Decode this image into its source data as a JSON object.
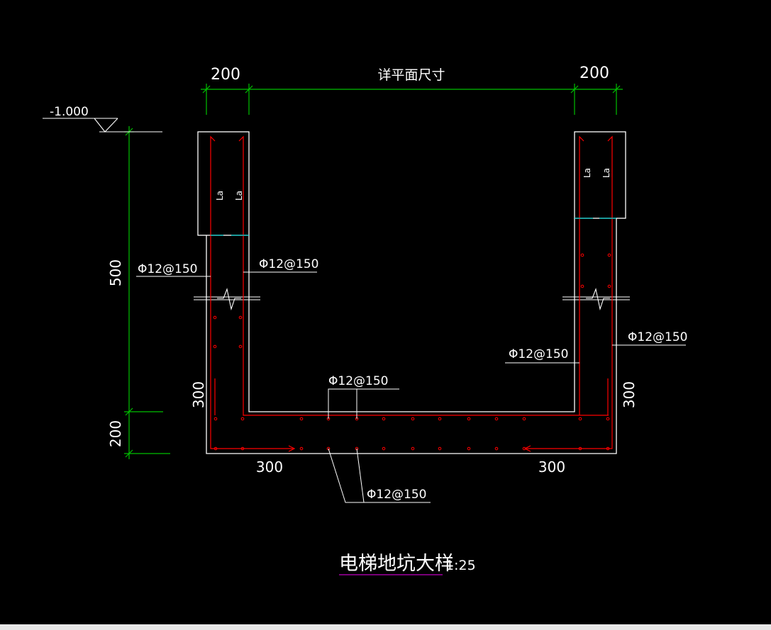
{
  "colors": {
    "background": "#000000",
    "concrete": "#ffffff",
    "rebar": "#ff0000",
    "dimension": "#00c000",
    "break_mark": "#ffffff",
    "anchor_mark": "#00c8c8",
    "title_underline": "#c000c0"
  },
  "dimensions": {
    "top_left": "200",
    "top_middle": "详平面尺寸",
    "top_right": "200",
    "left_upper": "500",
    "left_lower": "200",
    "bottom_left": "300",
    "bottom_right": "300",
    "side_left": "300",
    "side_right": "300"
  },
  "elevation": {
    "label": "-1.000"
  },
  "anchorage": {
    "label": "La"
  },
  "rebar_labels": {
    "left_outer": "Φ12@150",
    "left_inner": "Φ12@150",
    "right_inner": "Φ12@150",
    "right_outer": "Φ12@150",
    "slab_top": "Φ12@150",
    "slab_bottom": "Φ12@150"
  },
  "title": {
    "text": "电梯地坑大样",
    "scale": "1:25"
  }
}
